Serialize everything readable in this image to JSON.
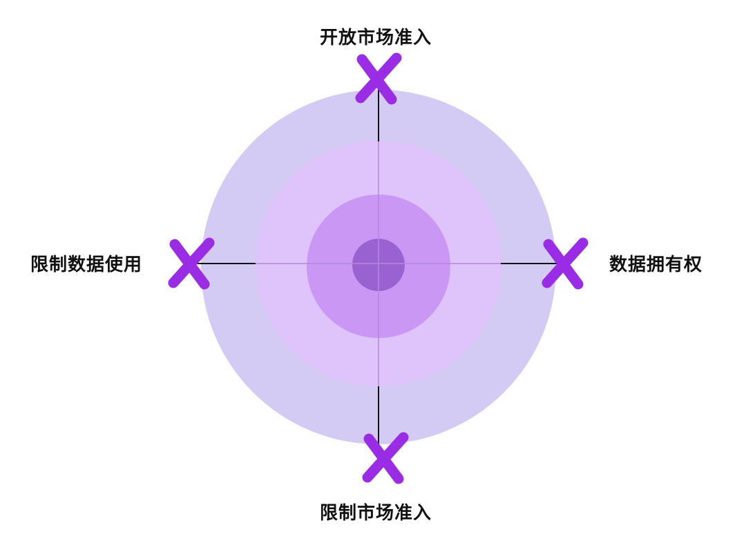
{
  "labels": {
    "top": "开放市场准入",
    "bottom": "限制市场准入",
    "left": "限制数据使用",
    "right": "数据拥有权"
  },
  "colors": {
    "ring_outer": "#d3cbf3",
    "ring_middle": "#dfc3fb",
    "ring_inner": "#ca97f5",
    "core": "#9a62d0",
    "axis_line": "#111111",
    "inner_axis_line": "#b18ad8",
    "cross_mark": "#9b2ce6"
  },
  "icons": {
    "cross_mark": "x-mark-icon"
  }
}
